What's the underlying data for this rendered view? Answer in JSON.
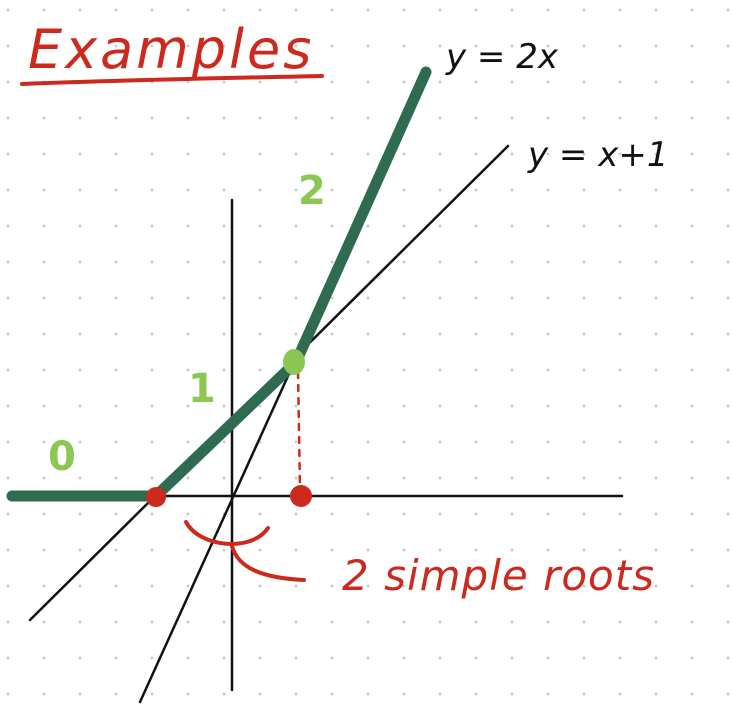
{
  "title": "Examples",
  "colors": {
    "title": "#cc2a1e",
    "ink": "#111111",
    "tropical_curve": "#2e6b4f",
    "segment_labels": "#8cc653",
    "roots": "#cc2a1e",
    "vertex": "#8cc653",
    "dot_grid": "#c8c8c8",
    "background": "#ffffff"
  },
  "lines": {
    "steep_label": "y = 2x",
    "shallow_label": "y = x+1"
  },
  "tropical_curve_segments": {
    "left_label": "0",
    "middle_label": "1",
    "right_label": "2"
  },
  "annotation": {
    "text": "2 simple roots"
  }
}
